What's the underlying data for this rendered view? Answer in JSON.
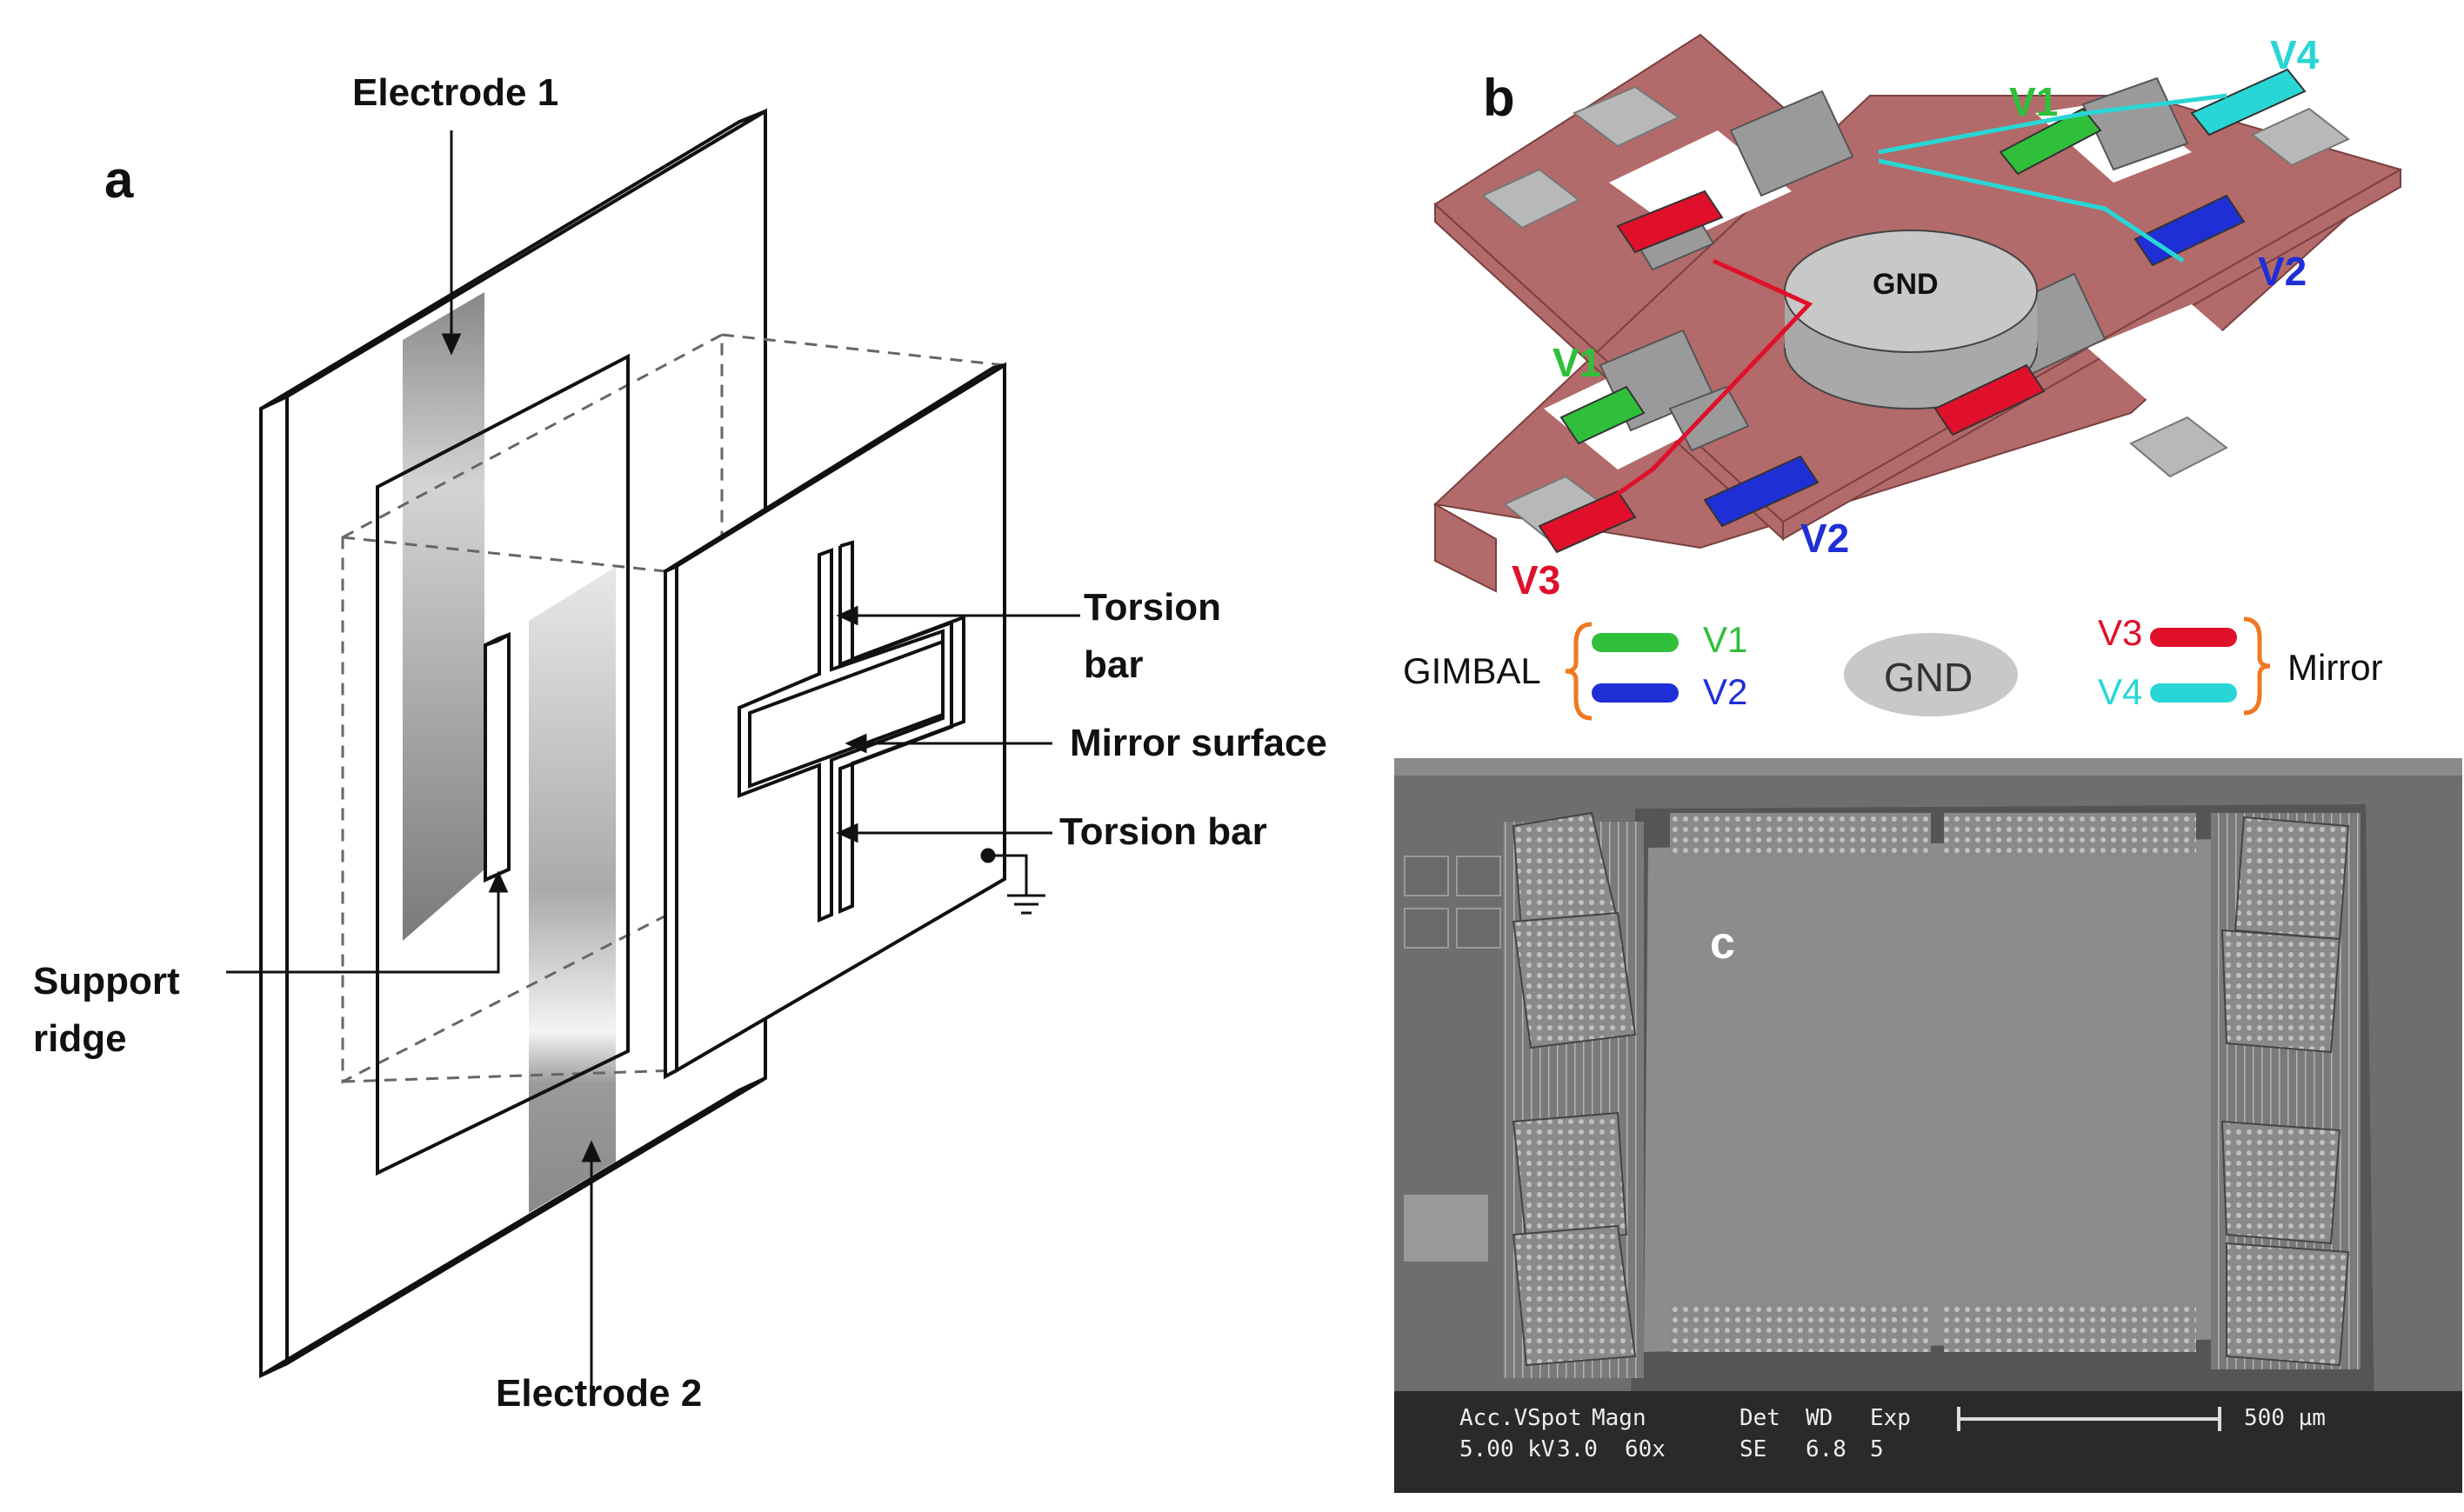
{
  "panel_a": {
    "letter": "a",
    "labels": {
      "electrode_1": "Electrode 1",
      "electrode_2": "Electrode 2",
      "support_ridge_line1": "Support",
      "support_ridge_line2": "ridge",
      "torsion_bar_top_line1": "Torsion",
      "torsion_bar_top_line2": "bar",
      "mirror_surface": "Mirror surface",
      "torsion_bar_bottom": "Torsion bar"
    }
  },
  "panel_b": {
    "letter": "b",
    "center_label": "GND",
    "voltage_labels": {
      "v1_top": "V1",
      "v4_top": "V4",
      "v2_right": "V2",
      "v1_left": "V1",
      "v2_bottom": "V2",
      "v3_bottom": "V3"
    },
    "legend": {
      "gimbal_label": "GIMBAL",
      "gimbal_v1": "V1",
      "gimbal_v2": "V2",
      "gnd": "GND",
      "mirror_v3": "V3",
      "mirror_v4": "V4",
      "mirror_label": "Mirror"
    },
    "colors": {
      "substrate": "#b26a6a",
      "v1": "#2fbf3a",
      "v2": "#1f2fd6",
      "v3": "#e0102a",
      "v4": "#29d6d6",
      "orange_brace": "#f07820",
      "gnd_fill": "#c8c8c8"
    }
  },
  "panel_c": {
    "letter": "c",
    "info_bar": {
      "acc_v_label": "Acc.V",
      "spot_label": "Spot",
      "magn_label": "Magn",
      "det_label": "Det",
      "wd_label": "WD",
      "exp_label": "Exp",
      "acc_v_value": "5.00 kV",
      "spot_value": "3.0",
      "magn_value": "60x",
      "det_value": "SE",
      "wd_value": "6.8",
      "exp_value": "5",
      "scale_label": "500 µm"
    }
  }
}
